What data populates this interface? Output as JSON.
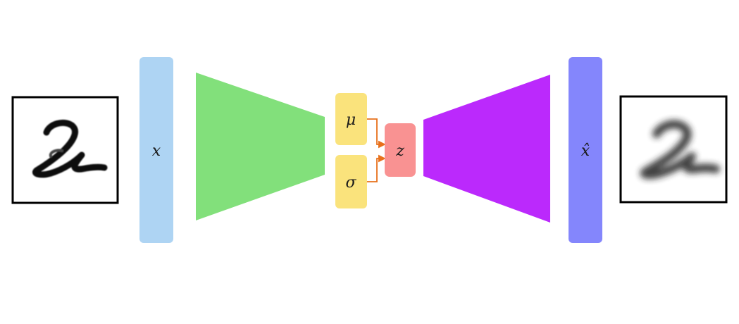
{
  "diagram": {
    "input_vector_label": "x",
    "mean_label": "μ",
    "std_label": "σ",
    "latent_label": "z",
    "output_vector_label": "x̂"
  },
  "colors": {
    "input_vector": "#aed4f3",
    "encoder": "#82e07b",
    "mean_std_box": "#fae37c",
    "latent": "#f99292",
    "decoder": "#bb29fc",
    "output_vector": "#8486fc",
    "arrow": "#e8701b",
    "frame": "#000000"
  },
  "icons": {
    "input_image": "handwritten-digit-2-icon",
    "output_image": "blurred-digit-2-icon"
  }
}
